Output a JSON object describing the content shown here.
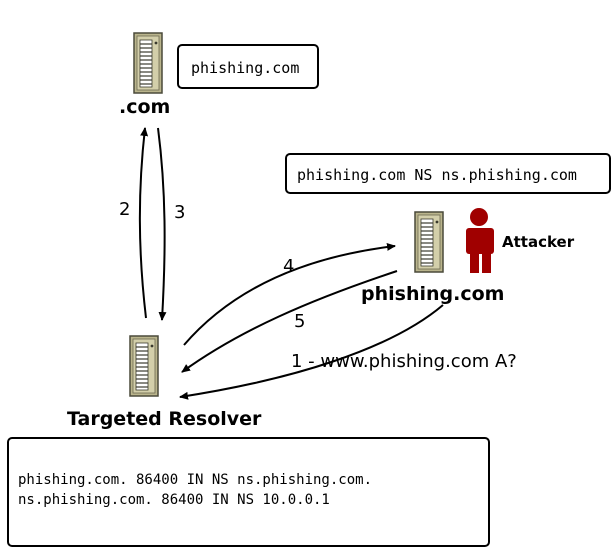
{
  "nodes": {
    "com_server_label": ".com",
    "phishing_server_label": "phishing.com",
    "resolver_label": "Targeted Resolver",
    "attacker_label": "Attacker"
  },
  "boxes": {
    "com_answer": "phishing.com",
    "ns_record": "phishing.com NS ns.phishing.com",
    "cache": [
      "phishing.com.     86400 IN NS ns.phishing.com.",
      "ns.phishing.com.  86400 IN NS 10.0.0.1"
    ]
  },
  "steps": {
    "s1": "1 - www.phishing.com A?",
    "s2": "2",
    "s3": "3",
    "s4": "4",
    "s5": "5"
  },
  "colors": {
    "server_fill": "#b9b48c",
    "server_dark": "#4a4a3a",
    "attacker": "#a00000"
  },
  "icons": [
    "server-icon",
    "attacker-icon"
  ]
}
